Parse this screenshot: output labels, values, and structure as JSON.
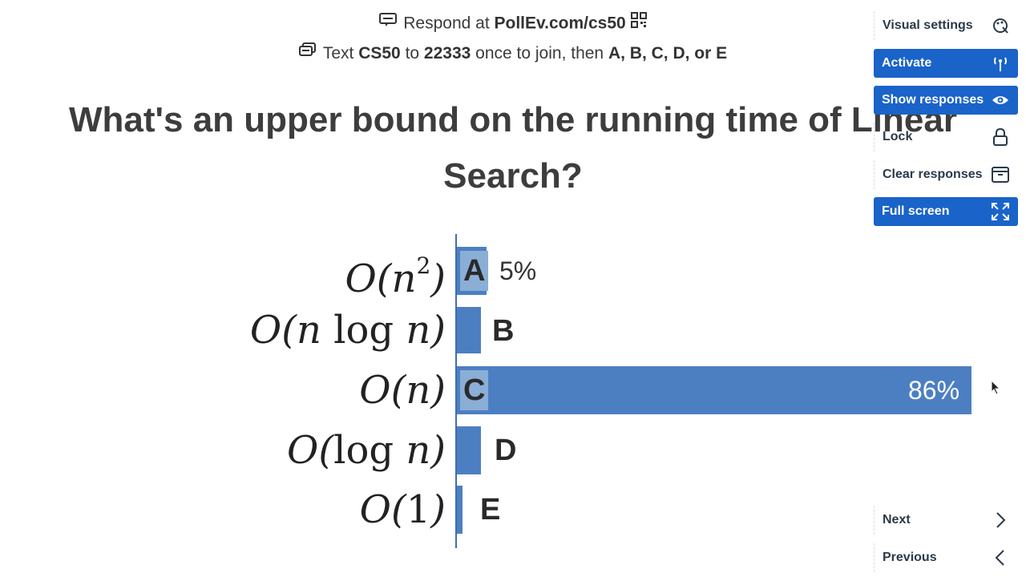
{
  "header": {
    "respond_prefix": "Respond at ",
    "respond_url": "PollEv.com/cs50",
    "text_prefix": "Text ",
    "text_code": "CS50",
    "text_to": " to ",
    "text_number": "22333",
    "text_mid": " once to join, then ",
    "text_choices": "A, B, C, D, or E"
  },
  "question": {
    "line1": "What's an upper bound on the running time of Linear",
    "line2": "Search?"
  },
  "chart_data": {
    "type": "bar",
    "orientation": "horizontal",
    "categories": [
      "O(n^2)",
      "O(n log n)",
      "O(n)",
      "O(log n)",
      "O(1)"
    ],
    "letters": [
      "A",
      "B",
      "C",
      "D",
      "E"
    ],
    "values": [
      5,
      4,
      86,
      4,
      1
    ],
    "value_labels": [
      "5%",
      "",
      "86%",
      "",
      ""
    ],
    "xlim": [
      0,
      86
    ],
    "color": "#4c7fc2"
  },
  "options": {
    "a": {
      "pre": "O(n",
      "sup": "2",
      "post": ")",
      "letter": "A",
      "pct": "5%"
    },
    "b": {
      "pre": "O(n ",
      "log": "log",
      "post": " n)",
      "letter": "B"
    },
    "c": {
      "pre": "O(n)",
      "letter": "C",
      "pct": "86%"
    },
    "d": {
      "pre": "O(",
      "log": "log",
      "post": " n)",
      "letter": "D"
    },
    "e": {
      "pre": "O(",
      "num": "1",
      "post": ")",
      "letter": "E"
    }
  },
  "panel": {
    "visual_settings": "Visual settings",
    "activate": "Activate",
    "show_responses": "Show responses",
    "lock": "Lock",
    "clear_responses": "Clear responses",
    "full_screen": "Full screen",
    "next": "Next",
    "previous": "Previous"
  },
  "colors": {
    "primary_blue": "#1a63c9",
    "bar_blue": "#4c7fc2",
    "highlight": "#8aaed6"
  }
}
